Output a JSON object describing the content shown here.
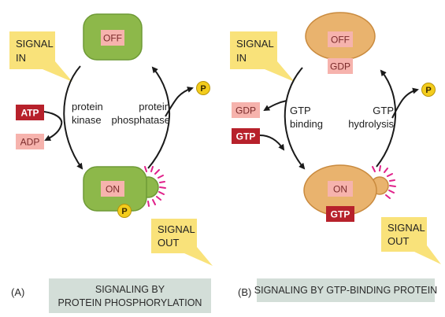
{
  "panel_a": {
    "letter": "(A)",
    "caption_line1": "SIGNALING BY",
    "caption_line2": "PROTEIN PHOSPHORYLATION",
    "signal_in_line1": "SIGNAL",
    "signal_in_line2": "IN",
    "signal_out_line1": "SIGNAL",
    "signal_out_line2": "OUT",
    "off_label": "OFF",
    "on_label": "ON",
    "atp": "ATP",
    "adp": "ADP",
    "left_label_line1": "protein",
    "left_label_line2": "kinase",
    "right_label_line1": "protein",
    "right_label_line2": "phosphatase",
    "phosphate": "P",
    "phosphate_released": "P"
  },
  "panel_b": {
    "letter": "(B)",
    "caption": "SIGNALING BY GTP-BINDING PROTEIN",
    "signal_in_line1": "SIGNAL",
    "signal_in_line2": "IN",
    "signal_out_line1": "SIGNAL",
    "signal_out_line2": "OUT",
    "off_label": "OFF",
    "off_nucleotide": "GDP",
    "on_label": "ON",
    "on_nucleotide": "GTP",
    "gdp": "GDP",
    "gtp": "GTP",
    "left_label_line1": "GTP",
    "left_label_line2": "binding",
    "right_label_line1": "GTP",
    "right_label_line2": "hydrolysis",
    "phosphate_released": "P"
  },
  "colors": {
    "signal_yellow": "#f9e27a",
    "protein_green": "#8db84a",
    "protein_green_dark": "#5f8a2a",
    "protein_orange": "#e9b36e",
    "protein_orange_dark": "#c98a3e",
    "pink_box": "#f6b3ad",
    "dark_red_box": "#b7212b",
    "caption_bg": "#d3ded8",
    "phosphate_yellow": "#f3cc1c",
    "pink_rays": "#e0218a"
  }
}
